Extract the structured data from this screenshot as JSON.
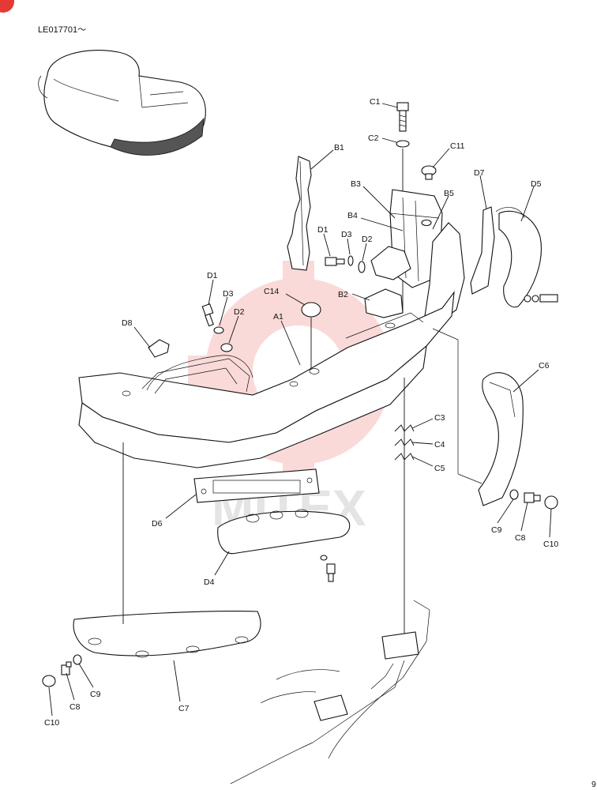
{
  "header": {
    "code": "LE017701～",
    "page_fragment": "9"
  },
  "badge": {
    "color": "#e53935"
  },
  "watermark": {
    "text": "MITEX",
    "color": "#e53935"
  },
  "labels": {
    "C1": "C1",
    "C2": "C2",
    "C11": "C11",
    "B1": "B1",
    "B3": "B3",
    "B4": "B4",
    "B5": "B5",
    "D7": "D7",
    "D5": "D5",
    "D1a": "D1",
    "D3a": "D3",
    "D2a": "D2",
    "C14": "C14",
    "B2": "B2",
    "D1b": "D1",
    "D3b": "D3",
    "D2b": "D2",
    "A1": "A1",
    "D8": "D8",
    "C6": "C6",
    "C3": "C3",
    "C4": "C4",
    "C5": "C5",
    "C9r": "C9",
    "C8r": "C8",
    "C10r": "C10",
    "D6": "D6",
    "D4": "D4",
    "C7": "C7",
    "C9l": "C9",
    "C8l": "C8",
    "C10l": "C10"
  }
}
